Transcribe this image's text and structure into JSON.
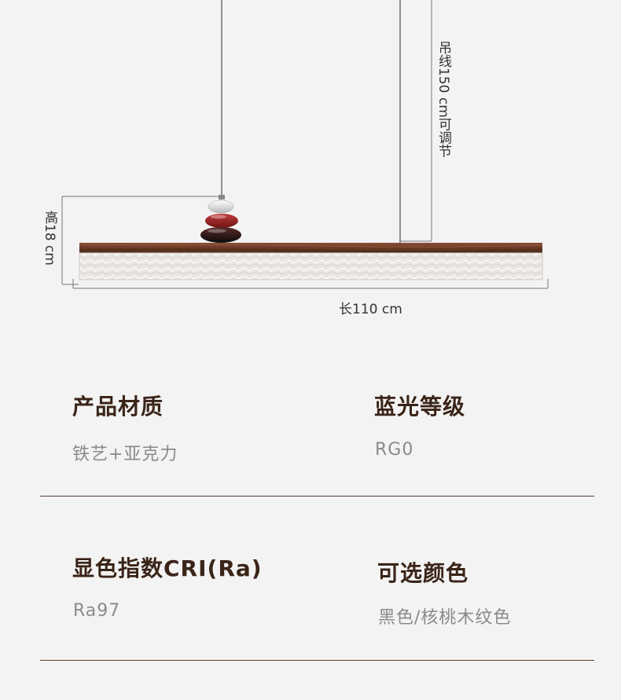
{
  "dimensions": {
    "cable_label": "吊线150 cm可调节",
    "height_label": "高18 cm",
    "length_label": "长110 cm"
  },
  "specs": [
    {
      "title": "产品材质",
      "value": "铁艺+亚克力"
    },
    {
      "title": "蓝光等级",
      "value": "RG0"
    },
    {
      "title": "显色指数CRI(Ra)",
      "value": "Ra97"
    },
    {
      "title": "可选颜色",
      "value": "黑色/核桃木纹色"
    }
  ],
  "colors": {
    "background": "#f3f3f3",
    "walnut": "#6b3a26",
    "title": "#3a2418",
    "value": "#8a8a8a",
    "divider": "#5a3e31"
  }
}
